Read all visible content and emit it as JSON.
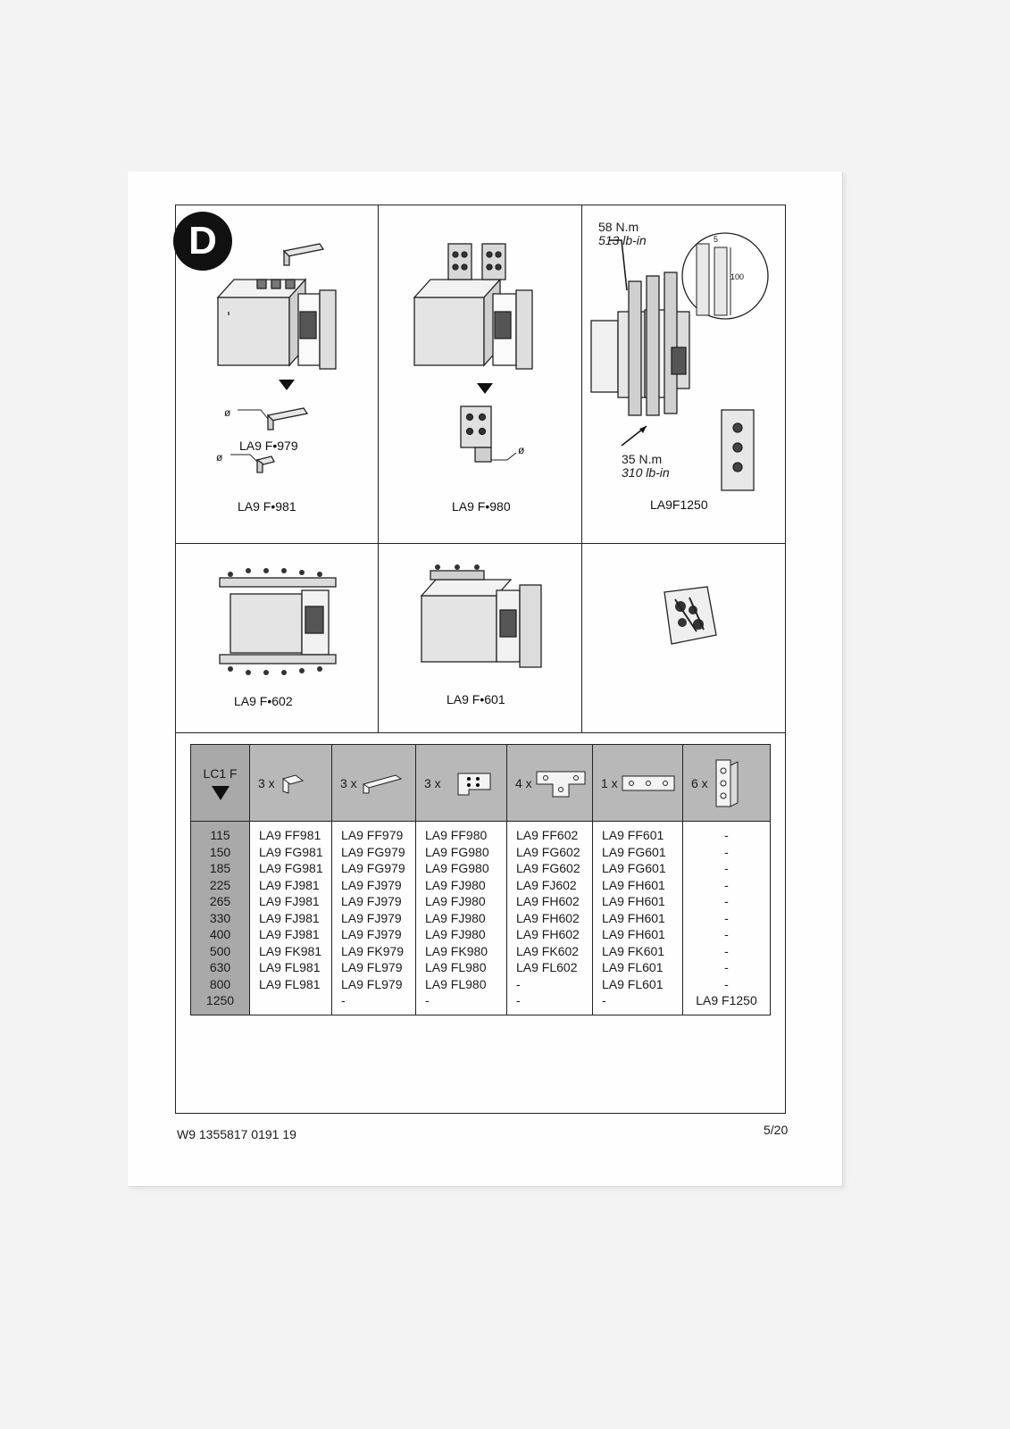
{
  "section_letter": "D",
  "panels": {
    "p1_label_top": "LA9 F•979",
    "p1_label_bottom": "LA9 F•981",
    "p2_label": "LA9 F•980",
    "p3_label": "LA9F1250",
    "p3_torque_top_nm": "58 N.m",
    "p3_torque_top_lbin": "513 lb-in",
    "p3_torque_bottom_nm": "35 N.m",
    "p3_torque_bottom_lbin": "310 lb-in",
    "p3_zoom_dim_a": "5",
    "p3_zoom_dim_b": "100",
    "p4_label": "LA9 F•602",
    "p5_label": "LA9 F•601",
    "diameter_symbol": "ø"
  },
  "table": {
    "first_header": "LC1 F",
    "column_quantities": [
      "3 x",
      "3 x",
      "3 x",
      "4 x",
      "1 x",
      "6 x"
    ],
    "ratings": [
      "115",
      "150",
      "185",
      "225",
      "265",
      "330",
      "400",
      "500",
      "630",
      "800",
      "1250"
    ],
    "columns": [
      [
        "LA9 FF981",
        "LA9 FG981",
        "LA9 FG981",
        "LA9 FJ981",
        "LA9 FJ981",
        "LA9 FJ981",
        "LA9 FJ981",
        "LA9 FK981",
        "LA9 FL981",
        "LA9 FL981"
      ],
      [
        "LA9 FF979",
        "LA9 FG979",
        "LA9 FG979",
        "LA9 FJ979",
        "LA9 FJ979",
        "LA9 FJ979",
        "LA9 FJ979",
        "LA9 FK979",
        "LA9 FL979",
        "LA9 FL979",
        "-"
      ],
      [
        "LA9 FF980",
        "LA9 FG980",
        "LA9 FG980",
        "LA9 FJ980",
        "LA9 FJ980",
        "LA9 FJ980",
        "LA9 FJ980",
        "LA9 FK980",
        "LA9 FL980",
        "LA9 FL980",
        "-"
      ],
      [
        "LA9 FF602",
        "LA9 FG602",
        "LA9 FG602",
        "LA9 FJ602",
        "LA9 FH602",
        "LA9 FH602",
        "LA9 FH602",
        "LA9 FK602",
        "LA9 FL602",
        "-",
        "-"
      ],
      [
        "LA9 FF601",
        "LA9 FG601",
        "LA9 FG601",
        "LA9 FH601",
        "LA9 FH601",
        "LA9 FH601",
        "LA9 FH601",
        "LA9 FK601",
        "LA9 FL601",
        "LA9 FL601",
        "-"
      ],
      [
        "-",
        "-",
        "-",
        "-",
        "-",
        "-",
        "-",
        "-",
        "-",
        "-",
        "LA9 F1250"
      ]
    ]
  },
  "footer": {
    "doc_ref": "W9 1355817 0191 19",
    "page": "5/20"
  }
}
